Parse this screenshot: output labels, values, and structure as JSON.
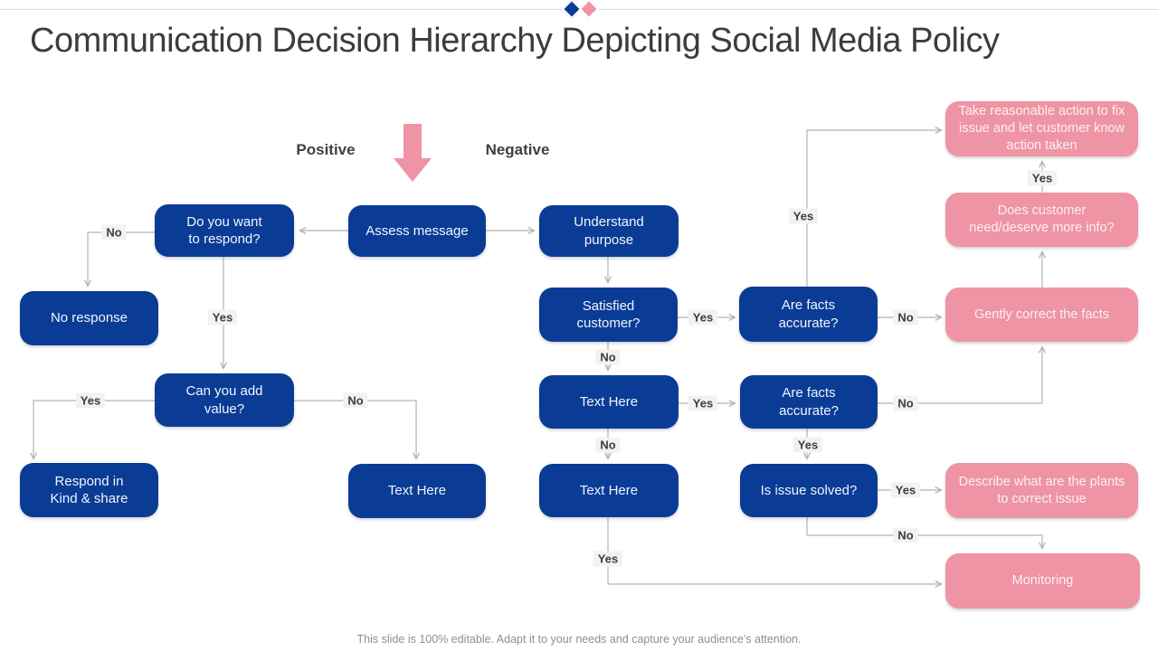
{
  "slide": {
    "title": "Communication Decision Hierarchy Depicting Social Media Policy",
    "footer": "This slide is 100% editable. Adapt it to your needs and capture your audience's attention.",
    "positive_label": "Positive",
    "negative_label": "Negative"
  },
  "colors": {
    "decision_box_blue": "#0a3c96",
    "outcome_box_pink": "#ee94a4",
    "connector_gray": "#b4b4b4",
    "title_text": "#3c3c3c",
    "edge_label_text": "#3d3d3d",
    "edge_label_background": "#f2f2f2",
    "footer_text": "#8f8f8f"
  },
  "nodes": [
    {
      "id": "do-you-want-to-respond",
      "label": "Do you want to respond?",
      "type": "decision"
    },
    {
      "id": "no-response",
      "label": "No response",
      "type": "decision"
    },
    {
      "id": "can-you-add-value",
      "label": "Can you add value?",
      "type": "decision"
    },
    {
      "id": "respond-in-kind-and-share",
      "label": "Respond in Kind & share",
      "type": "decision"
    },
    {
      "id": "assess-message",
      "label": "Assess message",
      "type": "decision"
    },
    {
      "id": "text-here-left",
      "label": "Text Here",
      "type": "decision"
    },
    {
      "id": "understand-purpose",
      "label": "Understand purpose",
      "type": "decision"
    },
    {
      "id": "satisfied-customer",
      "label": "Satisfied customer?",
      "type": "decision"
    },
    {
      "id": "text-here-middle",
      "label": "Text Here",
      "type": "decision"
    },
    {
      "id": "text-here-bottom",
      "label": "Text Here",
      "type": "decision"
    },
    {
      "id": "are-facts-accurate-1",
      "label": "Are facts accurate?",
      "type": "decision"
    },
    {
      "id": "are-facts-accurate-2",
      "label": "Are facts accurate?",
      "type": "decision"
    },
    {
      "id": "is-issue-solved",
      "label": "Is issue solved?",
      "type": "decision"
    },
    {
      "id": "take-reasonable-action",
      "label": "Take reasonable action to fix issue and let customer know action taken",
      "type": "outcome"
    },
    {
      "id": "does-customer-need-more-info",
      "label": "Does customer need/deserve more info?",
      "type": "outcome"
    },
    {
      "id": "gently-correct-the-facts",
      "label": "Gently correct the facts",
      "type": "outcome"
    },
    {
      "id": "describe-plants-to-correct-issue",
      "label": "Describe what are the plants to correct issue",
      "type": "outcome"
    },
    {
      "id": "monitoring",
      "label": "Monitoring",
      "type": "outcome"
    }
  ],
  "edge_labels": [
    {
      "text": "No"
    },
    {
      "text": "Yes"
    },
    {
      "text": "Yes"
    },
    {
      "text": "No"
    },
    {
      "text": "Yes"
    },
    {
      "text": "No"
    },
    {
      "text": "No"
    },
    {
      "text": "Yes"
    },
    {
      "text": "Yes"
    },
    {
      "text": "No"
    },
    {
      "text": "No"
    },
    {
      "text": "Yes"
    },
    {
      "text": "Yes"
    },
    {
      "text": "No"
    },
    {
      "text": "Yes"
    },
    {
      "text": "Yes"
    }
  ]
}
